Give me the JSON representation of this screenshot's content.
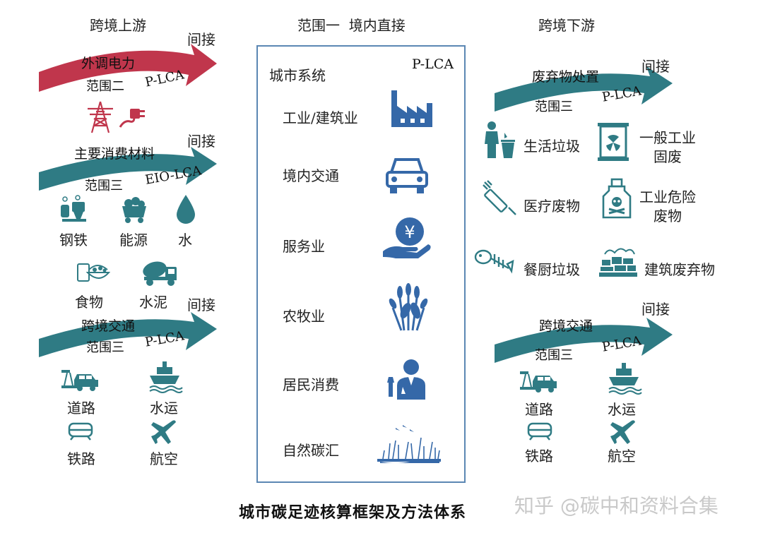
{
  "headers": {
    "left": "跨境上游",
    "center": "范围一  境内直接",
    "right": "跨境下游"
  },
  "colors": {
    "red_arrow": "#c0364c",
    "teal_arrow": "#2f7b84",
    "teal_icon": "#2f7b84",
    "blue_icon": "#3568a8",
    "box_border": "#5b87b3"
  },
  "left": {
    "arrow1": {
      "title": "外调电力",
      "scope": "范围二",
      "method": "P-LCA",
      "indirect": "间接",
      "color": "red"
    },
    "arrow1_icons": [
      "power-tower-icon",
      "plug-icon"
    ],
    "arrow2": {
      "title": "主要消费材料",
      "scope": "范围三",
      "method": "EIO-LCA",
      "indirect": "间接",
      "color": "teal"
    },
    "materials": [
      {
        "label": "钢铁",
        "icon": "steel-icon"
      },
      {
        "label": "能源",
        "icon": "coal-cart-icon"
      },
      {
        "label": "水",
        "icon": "water-drop-icon"
      },
      {
        "label": "食物",
        "icon": "food-icon"
      },
      {
        "label": "水泥",
        "icon": "cement-truck-icon"
      }
    ],
    "arrow3": {
      "title": "跨境交通",
      "scope": "范围三",
      "method": "P-LCA",
      "indirect": "间接",
      "color": "teal"
    },
    "transport": [
      {
        "label": "道路",
        "icon": "road-car-icon"
      },
      {
        "label": "水运",
        "icon": "ship-icon"
      },
      {
        "label": "铁路",
        "icon": "train-icon"
      },
      {
        "label": "航空",
        "icon": "airplane-icon"
      }
    ]
  },
  "center": {
    "title": "城市系统",
    "method": "P-LCA",
    "sectors": [
      {
        "label": "工业/建筑业",
        "icon": "factory-icon"
      },
      {
        "label": "境内交通",
        "icon": "car-icon"
      },
      {
        "label": "服务业",
        "icon": "yuan-hand-icon"
      },
      {
        "label": "农牧业",
        "icon": "wheat-icon"
      },
      {
        "label": "居民消费",
        "icon": "waiter-icon"
      },
      {
        "label": "自然碳汇",
        "icon": "wetland-icon"
      }
    ]
  },
  "right": {
    "arrow1": {
      "title": "废弃物处置",
      "scope": "范围三",
      "method": "P-LCA",
      "indirect": "间接",
      "color": "teal"
    },
    "waste": [
      {
        "label": "生活垃圾",
        "icon": "trash-person-icon"
      },
      {
        "label": "一般工业\n固废",
        "label_lines": [
          "一般工业",
          "固废"
        ],
        "icon": "industrial-waste-icon"
      },
      {
        "label": "医疗废物",
        "icon": "syringe-icon"
      },
      {
        "label": "工业危险\n废物",
        "label_lines": [
          "工业危险",
          "废物"
        ],
        "icon": "poison-bottle-icon"
      },
      {
        "label": "餐厨垃圾",
        "icon": "fish-bone-icon"
      },
      {
        "label": "建筑废弃物",
        "icon": "construction-waste-icon"
      }
    ],
    "arrow2": {
      "title": "跨境交通",
      "scope": "范围三",
      "method": "P-LCA",
      "indirect": "间接",
      "color": "teal"
    },
    "transport": [
      {
        "label": "道路",
        "icon": "road-car-icon"
      },
      {
        "label": "水运",
        "icon": "ship-icon"
      },
      {
        "label": "铁路",
        "icon": "train-icon"
      },
      {
        "label": "航空",
        "icon": "airplane-icon"
      }
    ]
  },
  "caption": "城市碳足迹核算框架及方法体系",
  "watermark": "知乎 @碳中和资料合集"
}
